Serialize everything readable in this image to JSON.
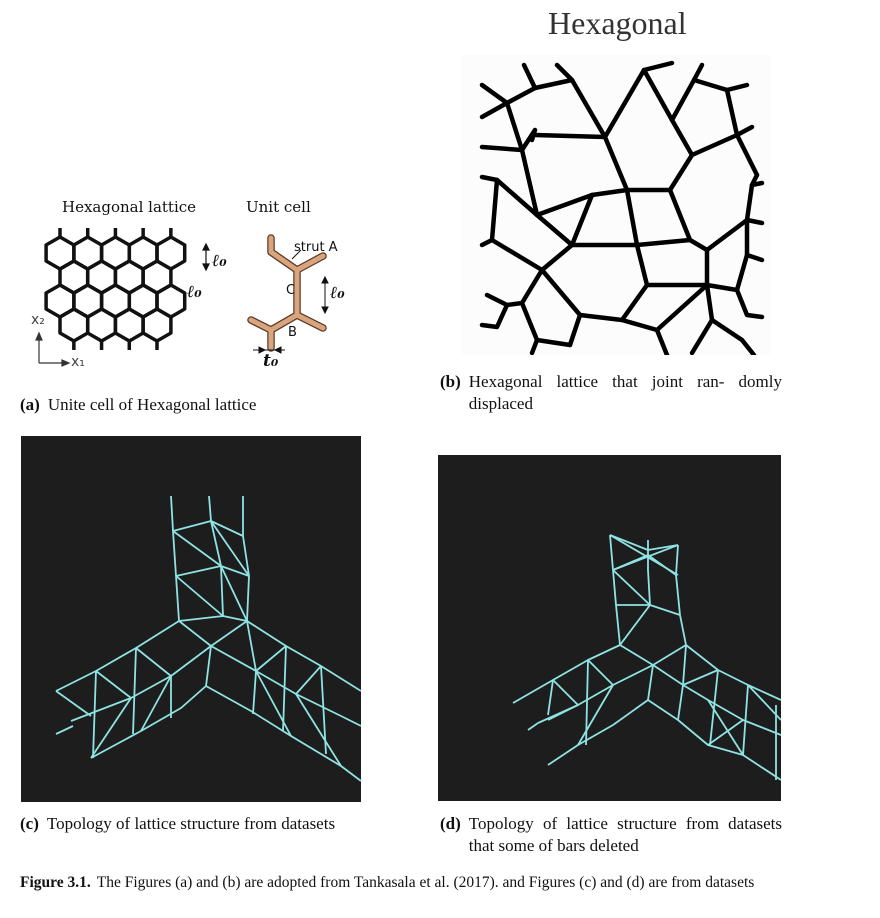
{
  "panel_a": {
    "label_lattice": "Hexagonal lattice",
    "label_unit": "Unit cell",
    "strut_a": "strut A",
    "label_b": "B",
    "label_c": "C",
    "dim_l0": "ℓ₀",
    "dim_t0": "t₀",
    "axis_x1": "x₁",
    "axis_x2": "x₂",
    "caption_tag": "(a)",
    "caption_text": "Unite cell of Hexagonal lattice"
  },
  "panel_b": {
    "title": "Hexagonal",
    "caption_tag": "(b)",
    "caption_text": "Hexagonal lattice that joint ran- domly displaced"
  },
  "panel_c": {
    "caption_tag": "(c)",
    "caption_text": "Topology of lattice structure from datasets"
  },
  "panel_d": {
    "caption_tag": "(d)",
    "caption_text": "Topology of lattice structure from datasets that some of bars deleted"
  },
  "figure": {
    "tag": "Figure 3.1.",
    "text": "The Figures (a) and (b) are adopted from Tankasala et al. (2017). and Figures (c) and (d) are from datasets"
  },
  "colors": {
    "lattice_cyan": "#8fe3e3",
    "strut_tan": "#d9a57f",
    "dark_bg": "#1d1d1d"
  }
}
